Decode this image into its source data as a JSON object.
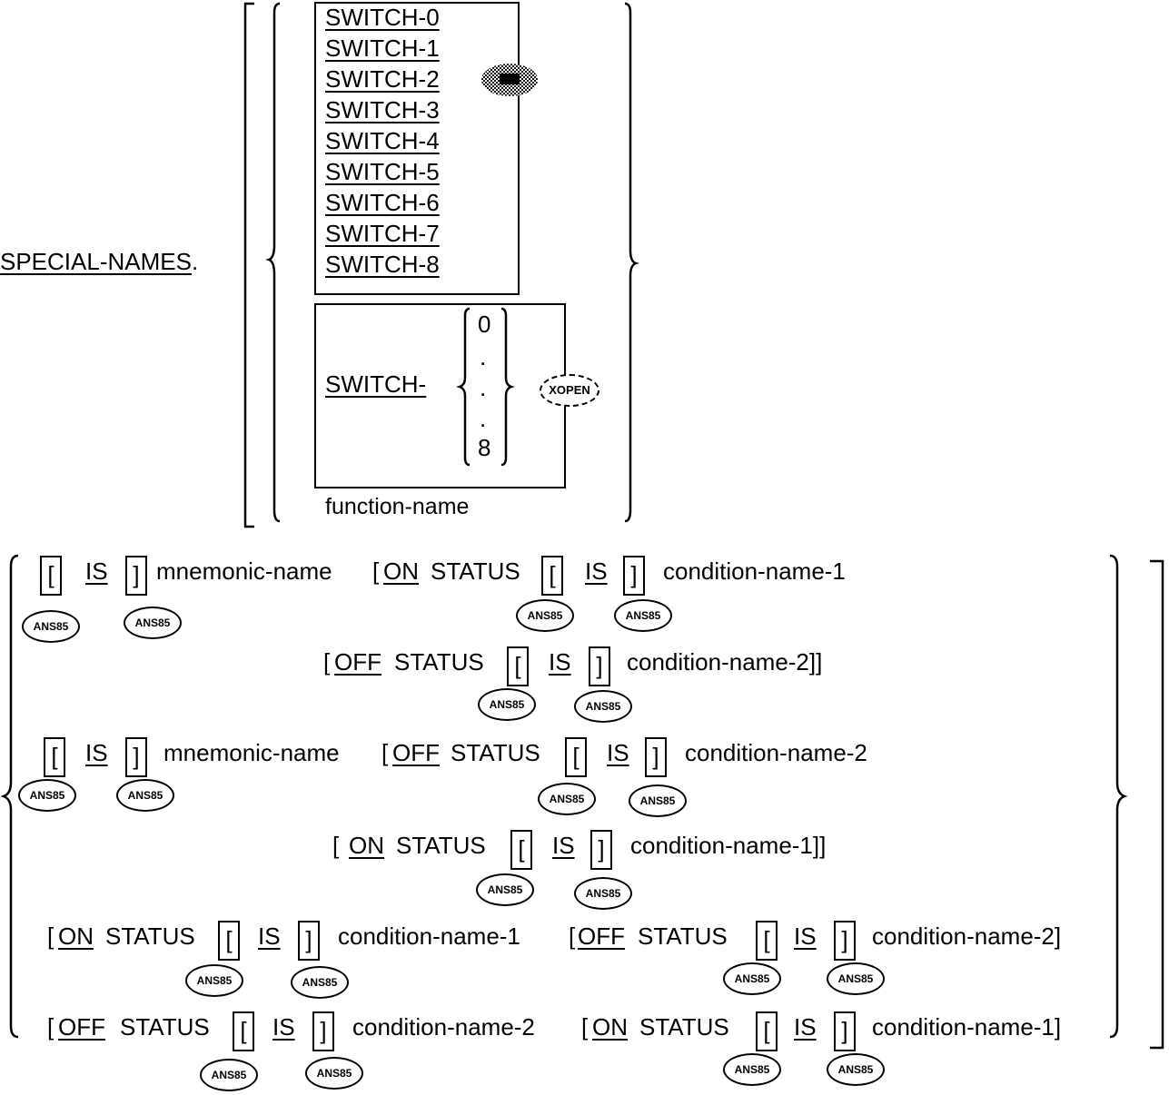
{
  "header": {
    "special_names": "SPECIAL-NAMES",
    "period": "."
  },
  "switch_list": [
    "SWITCH-0",
    "SWITCH-1",
    "SWITCH-2",
    "SWITCH-3",
    "SWITCH-4",
    "SWITCH-5",
    "SWITCH-6",
    "SWITCH-7",
    "SWITCH-8"
  ],
  "switch_prefix": "SWITCH-",
  "switch_digits": [
    "0",
    ".",
    ".",
    ".",
    "8"
  ],
  "function_name": "function-name",
  "badges": {
    "ansi": "ANS85",
    "xopen": "XOPEN"
  },
  "tokens": {
    "left_bracket": "[",
    "right_bracket": "]",
    "is": "IS",
    "on": "ON",
    "off": "OFF",
    "status": "STATUS",
    "mnemonic_name": "mnemonic-name",
    "condition_name_1": "condition-name-1",
    "condition_name_2": "condition-name-2",
    "close_one": "]",
    "close_two": "]]",
    "cond2_close": "condition-name-2]]",
    "cond1_close": "condition-name-1]]",
    "cond2_close_single": "condition-name-2]",
    "cond1_close_single": "condition-name-1]",
    "open_bracket_space": "[ "
  }
}
